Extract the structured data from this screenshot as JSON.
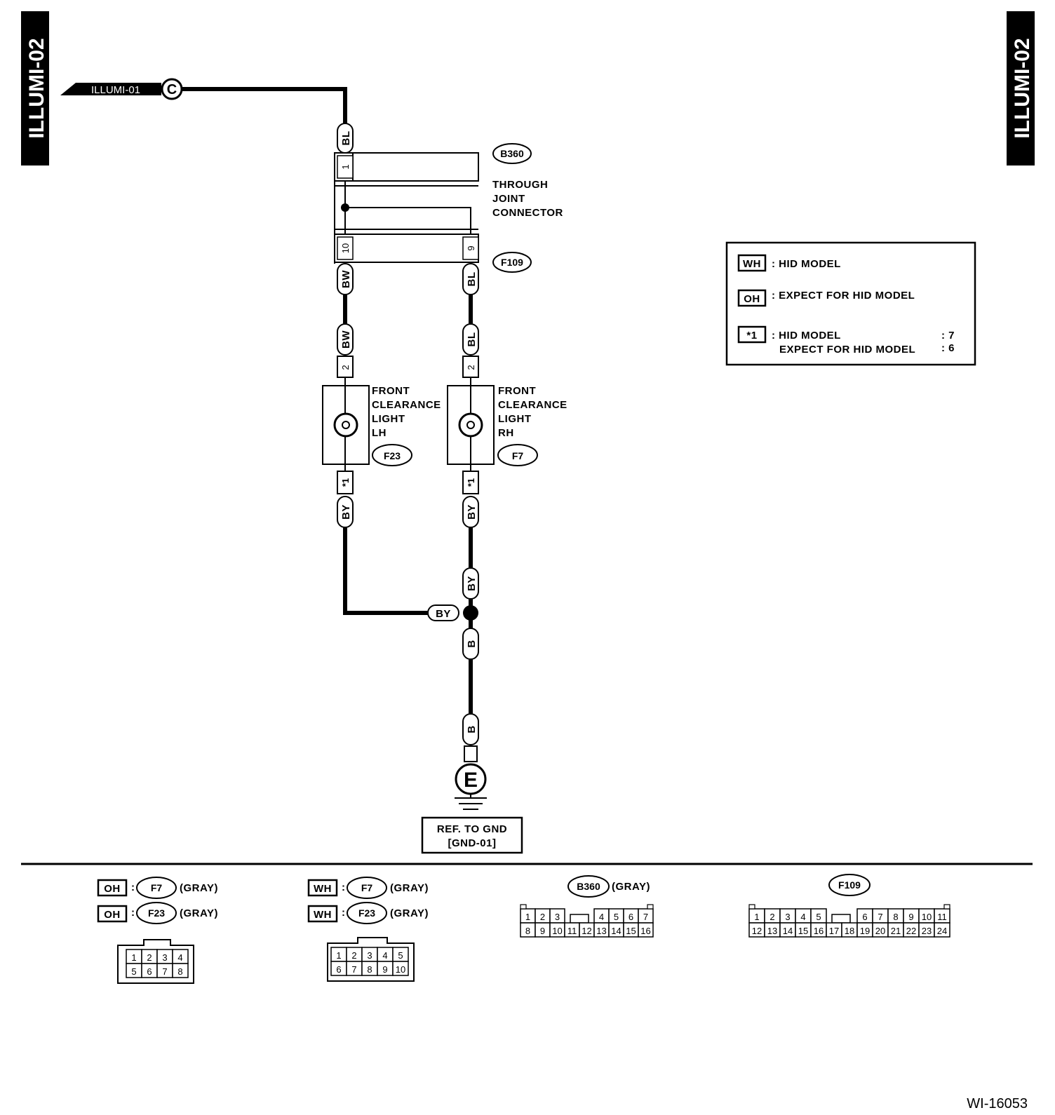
{
  "tabs": {
    "left": "ILLUMI-02",
    "right": "ILLUMI-02"
  },
  "source": {
    "ref": "ILLUMI-01",
    "marker": "C"
  },
  "wires": {
    "bl_top": "BL",
    "bw_upper": "BW",
    "bl_upper": "BL",
    "bw_lower": "BW",
    "bl_lower": "BL",
    "by_left": "BY",
    "by_right": "BY",
    "by_mid": "BY",
    "by_join": "BY",
    "b_upper": "B",
    "b_lower": "B"
  },
  "pins": {
    "b360_1": "1",
    "f109_10": "10",
    "f109_9": "9",
    "lh_2": "2",
    "rh_2": "2",
    "lh_star": "*1",
    "rh_star": "*1"
  },
  "connector_ids": {
    "b360": "B360",
    "f109": "F109",
    "f23": "F23",
    "f7": "F7"
  },
  "through_joint": [
    "THROUGH",
    "JOINT",
    "CONNECTOR"
  ],
  "lamp_lh": [
    "FRONT",
    "CLEARANCE",
    "LIGHT",
    "LH"
  ],
  "lamp_rh": [
    "FRONT",
    "CLEARANCE",
    "LIGHT",
    "RH"
  ],
  "ground": {
    "symbol": "E",
    "ref_line1": "REF. TO GND",
    "ref_line2": "[GND-01]"
  },
  "legend": {
    "wh_tag": "WH",
    "wh_text": ": HID MODEL",
    "oh_tag": "OH",
    "oh_text": ": EXPECT FOR HID MODEL",
    "star_tag": "*1",
    "star_line1": ": HID MODEL",
    "star_line2": "EXPECT FOR HID MODEL",
    "star_val1": ": 7",
    "star_val2": ": 6"
  },
  "connector_views": {
    "oh": {
      "tag": "OH",
      "c1": "F7",
      "c2": "F23",
      "color": "(GRAY)",
      "pins": [
        "1",
        "2",
        "3",
        "4",
        "5",
        "6",
        "7",
        "8"
      ]
    },
    "wh": {
      "tag": "WH",
      "c1": "F7",
      "c2": "F23",
      "color": "(GRAY)",
      "pins": [
        "1",
        "2",
        "3",
        "4",
        "5",
        "6",
        "7",
        "8",
        "9",
        "10"
      ]
    },
    "b360": {
      "id": "B360",
      "color": "(GRAY)",
      "pins": [
        "1",
        "2",
        "3",
        "4",
        "5",
        "6",
        "7",
        "8",
        "9",
        "10",
        "11",
        "12",
        "13",
        "14",
        "15",
        "16"
      ]
    },
    "f109": {
      "id": "F109",
      "pins": [
        "1",
        "2",
        "3",
        "4",
        "5",
        "6",
        "7",
        "8",
        "9",
        "10",
        "11",
        "12",
        "13",
        "14",
        "15",
        "16",
        "17",
        "18",
        "19",
        "20",
        "21",
        "22",
        "23",
        "24"
      ]
    }
  },
  "figure_id": "WI-16053"
}
